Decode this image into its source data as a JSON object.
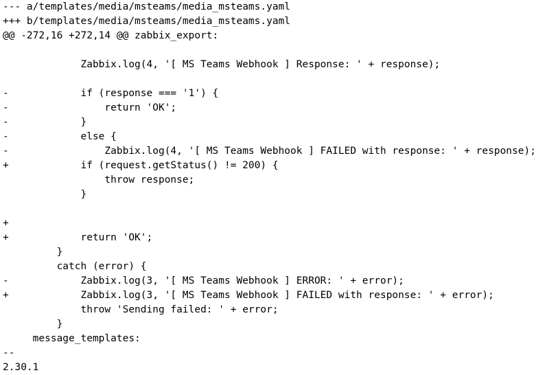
{
  "view": {
    "kind": "unified-diff",
    "background_color": "#ffffff",
    "text_color": "#000000",
    "file_old": "a/templates/media/msteams/media_msteams.yaml",
    "file_new": "b/templates/media/msteams/media_msteams.yaml",
    "hunk_header": "@@ -272,16 +272,14 @@ zabbix_export:"
  },
  "lines": [
    {
      "kind": "meta",
      "text": "--- a/templates/media/msteams/media_msteams.yaml"
    },
    {
      "kind": "meta",
      "text": "+++ b/templates/media/msteams/media_msteams.yaml"
    },
    {
      "kind": "hunk",
      "text": "@@ -272,16 +272,14 @@ zabbix_export:"
    },
    {
      "kind": "ctx",
      "text": ""
    },
    {
      "kind": "ctx",
      "text": "             Zabbix.log(4, '[ MS Teams Webhook ] Response: ' + response);"
    },
    {
      "kind": "ctx",
      "text": ""
    },
    {
      "kind": "del",
      "text": "-            if (response === '1') {"
    },
    {
      "kind": "del",
      "text": "-                return 'OK';"
    },
    {
      "kind": "del",
      "text": "-            }"
    },
    {
      "kind": "del",
      "text": "-            else {"
    },
    {
      "kind": "del",
      "text": "-                Zabbix.log(4, '[ MS Teams Webhook ] FAILED with response: ' + response);"
    },
    {
      "kind": "add",
      "text": "+            if (request.getStatus() != 200) {"
    },
    {
      "kind": "ctx",
      "text": "                 throw response;"
    },
    {
      "kind": "ctx",
      "text": "             }"
    },
    {
      "kind": "ctx",
      "text": ""
    },
    {
      "kind": "add",
      "text": "+"
    },
    {
      "kind": "add",
      "text": "+            return 'OK';"
    },
    {
      "kind": "ctx",
      "text": "         }"
    },
    {
      "kind": "ctx",
      "text": "         catch (error) {"
    },
    {
      "kind": "del",
      "text": "-            Zabbix.log(3, '[ MS Teams Webhook ] ERROR: ' + error);"
    },
    {
      "kind": "add",
      "text": "+            Zabbix.log(3, '[ MS Teams Webhook ] FAILED with response: ' + error);"
    },
    {
      "kind": "ctx",
      "text": "             throw 'Sending failed: ' + error;"
    },
    {
      "kind": "ctx",
      "text": "         }"
    },
    {
      "kind": "ctx",
      "text": "     message_templates:"
    },
    {
      "kind": "trailer",
      "text": "--"
    },
    {
      "kind": "trailer",
      "text": "2.30.1"
    }
  ]
}
